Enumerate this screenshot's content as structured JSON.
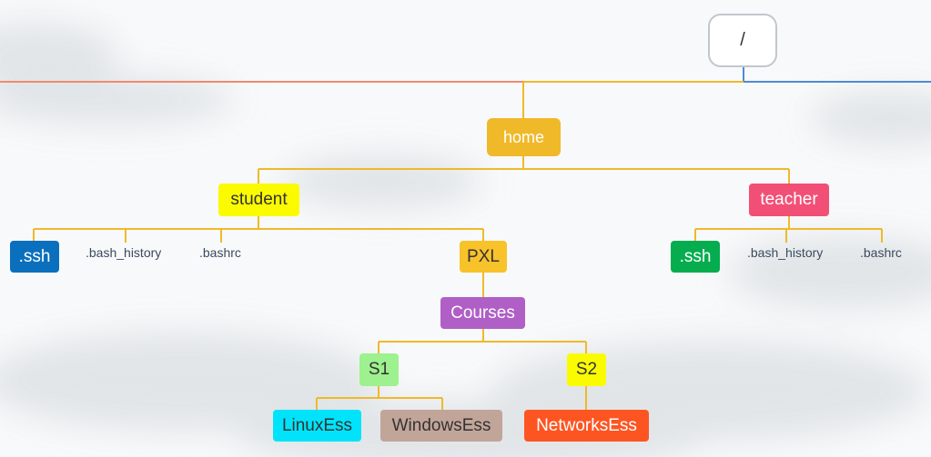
{
  "diagram": {
    "root": {
      "label": "/"
    },
    "home": {
      "label": "home",
      "color": "#f0b92a"
    },
    "student": {
      "label": "student",
      "color": "#fbfb00"
    },
    "teacher": {
      "label": "teacher",
      "color": "#f24f76"
    },
    "student_ssh": {
      "label": ".ssh",
      "color": "#0a6fbd"
    },
    "student_bash_history": {
      "label": ".bash_history"
    },
    "student_bashrc": {
      "label": ".bashrc"
    },
    "pxl": {
      "label": "PXL",
      "color": "#f8c22b"
    },
    "courses": {
      "label": "Courses",
      "color": "#b05fc6"
    },
    "s1": {
      "label": "S1",
      "color": "#9df18e"
    },
    "s2": {
      "label": "S2",
      "color": "#fbfb00"
    },
    "linuxess": {
      "label": "LinuxEss",
      "color": "#00e3fb"
    },
    "windowsess": {
      "label": "WindowsEss",
      "color": "#c2a599"
    },
    "networksess": {
      "label": "NetworksEss",
      "color": "#fd5522"
    },
    "teacher_ssh": {
      "label": ".ssh",
      "color": "#05ad4f"
    },
    "teacher_bash_history": {
      "label": ".bash_history"
    },
    "teacher_bashrc": {
      "label": ".bashrc"
    },
    "line_color": "#f0b92a",
    "left_line_color": "#f08a6e",
    "right_line_color": "#4f8ad4"
  }
}
